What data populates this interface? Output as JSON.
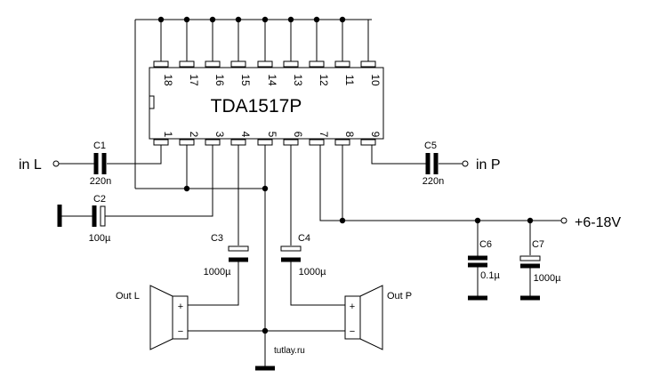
{
  "ic": {
    "name": "TDA1517P",
    "top_pins": [
      "18",
      "17",
      "16",
      "15",
      "14",
      "13",
      "12",
      "11",
      "10"
    ],
    "bottom_pins": [
      "1",
      "2",
      "3",
      "4",
      "5",
      "6",
      "7",
      "8",
      "9"
    ]
  },
  "labels": {
    "in_left": "in L",
    "in_right": "in P",
    "supply": "+6-18V",
    "out_left": "Out L",
    "out_right": "Out P",
    "watermark": "tutlay.ru",
    "plus": "+",
    "minus": "−"
  },
  "components": {
    "c1": {
      "name": "C1",
      "value": "220n"
    },
    "c2": {
      "name": "C2",
      "value": "100µ"
    },
    "c3": {
      "name": "C3",
      "value": "1000µ"
    },
    "c4": {
      "name": "C4",
      "value": "1000µ"
    },
    "c5": {
      "name": "C5",
      "value": "220n"
    },
    "c6": {
      "name": "C6",
      "value": "0.1µ"
    },
    "c7": {
      "name": "C7",
      "value": "1000µ"
    }
  }
}
